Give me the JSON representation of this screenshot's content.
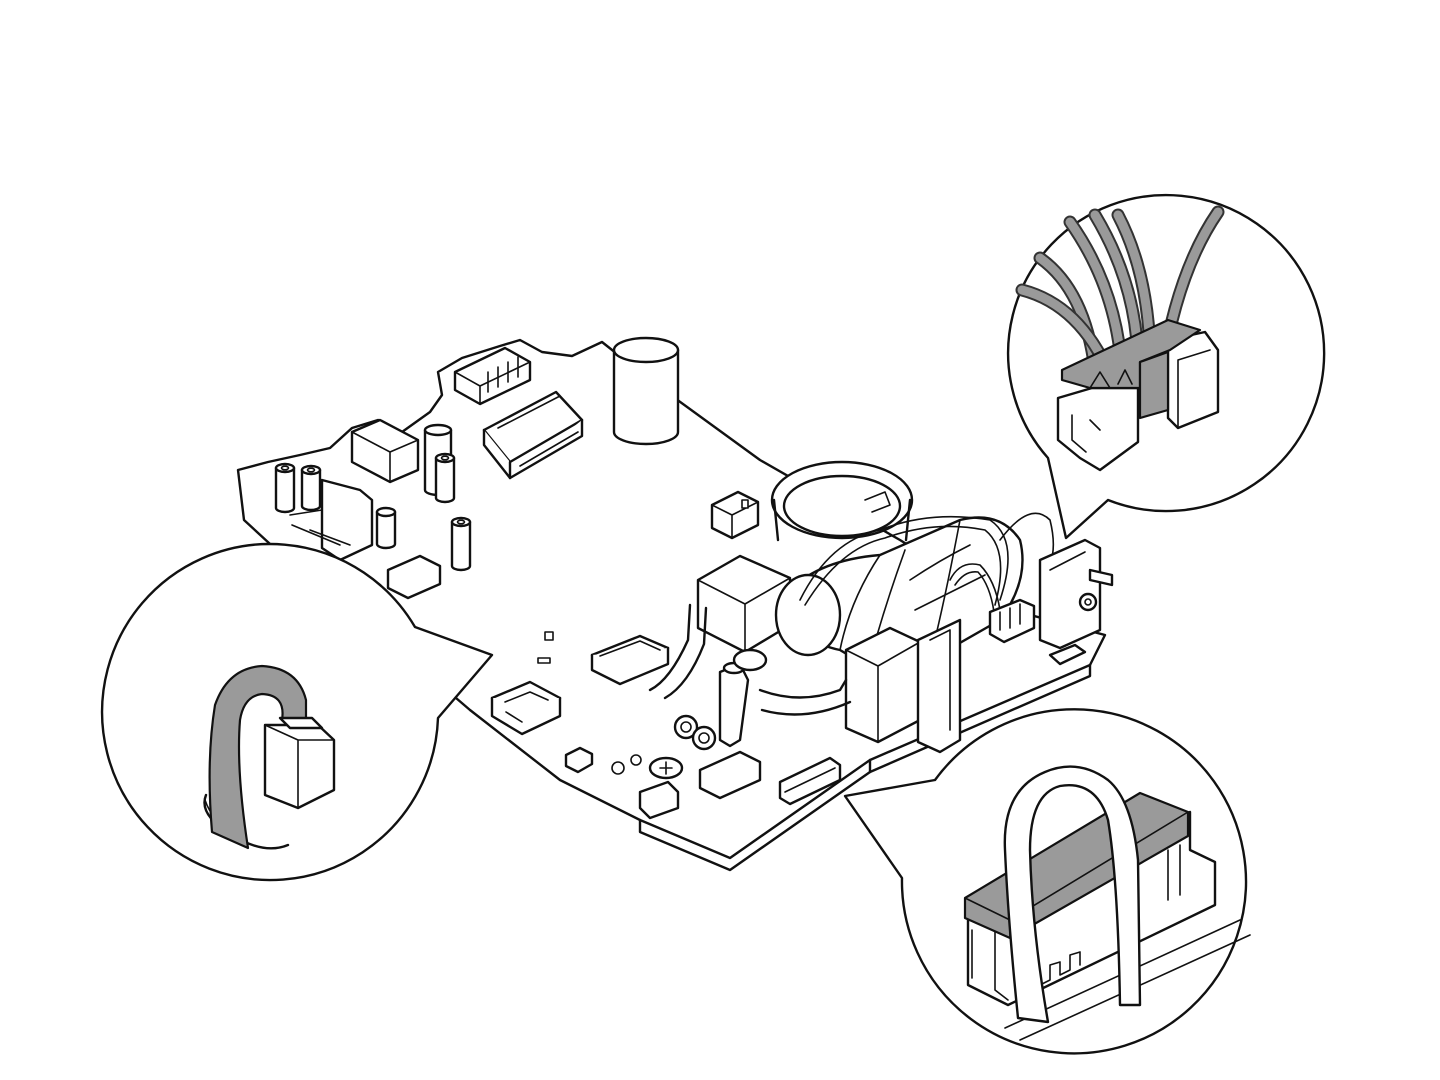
{
  "diagram": {
    "colors": {
      "line": "#111111",
      "fill": "#ffffff",
      "highlight": "#9a9a9a",
      "wire_outline": "#333333"
    },
    "callouts": [
      {
        "id": "left",
        "depicts": "ribbon-cable-connector"
      },
      {
        "id": "upper-right",
        "depicts": "multi-wire-connector"
      },
      {
        "id": "lower-right",
        "depicts": "flat-cable-zif-connector"
      }
    ]
  }
}
